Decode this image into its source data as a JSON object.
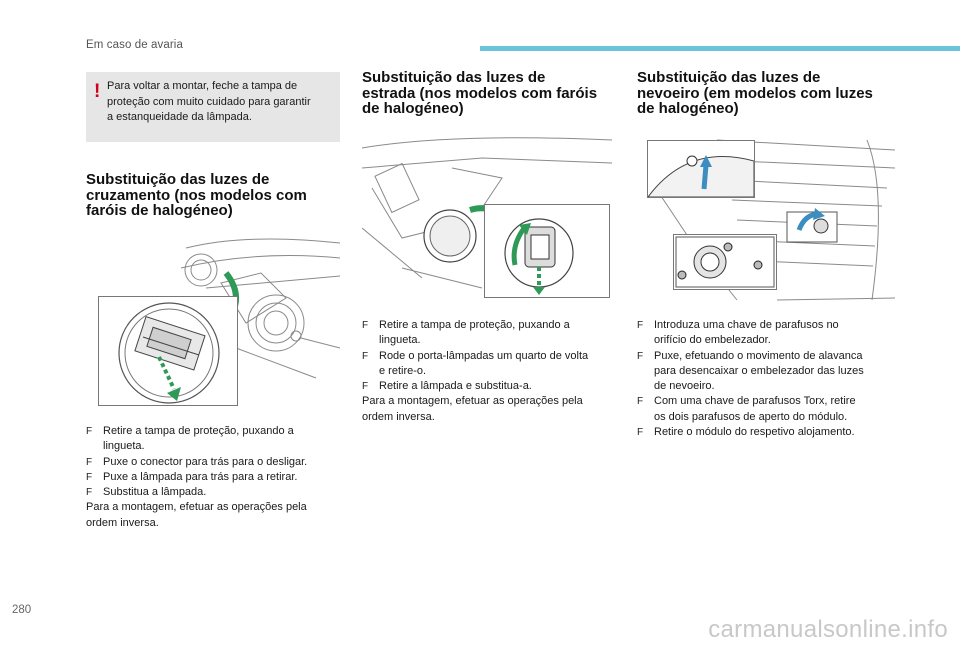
{
  "header": {
    "section": "Em caso de avaria"
  },
  "warning": {
    "lines": [
      "Para voltar a montar, feche a tampa de",
      "proteção com muito cuidado para garantir",
      "a estanqueidade da lâmpada."
    ]
  },
  "col1": {
    "title": [
      "Substituição das luzes de",
      "cruzamento (nos modelos com",
      "faróis de halogéneo)"
    ],
    "steps": [
      [
        "Retire a tampa de proteção, puxando a",
        "lingueta."
      ],
      [
        "Puxe o conector para trás para o desligar."
      ],
      [
        "Puxe a lâmpada para trás para a retirar."
      ],
      [
        "Substitua a lâmpada."
      ]
    ],
    "note": [
      "Para a montagem, efetuar as operações pela",
      "ordem inversa."
    ]
  },
  "col2": {
    "title": [
      "Substituição das luzes de",
      "estrada (nos modelos com faróis",
      "de halogéneo)"
    ],
    "steps": [
      [
        "Retire a tampa de proteção, puxando a",
        "lingueta."
      ],
      [
        "Rode o porta-lâmpadas um quarto de volta",
        "e retire-o."
      ],
      [
        "Retire a lâmpada e substitua-a."
      ]
    ],
    "note": [
      "Para a montagem, efetuar as operações pela",
      "ordem inversa."
    ]
  },
  "col3": {
    "title": [
      "Substituição das luzes de",
      "nevoeiro (em modelos com luzes",
      "de halogéneo)"
    ],
    "steps": [
      [
        "Introduza uma chave de parafusos no",
        "orifício do embelezador."
      ],
      [
        "Puxe, efetuando o movimento de alavanca",
        "para desencaixar o embelezador das luzes",
        "de nevoeiro."
      ],
      [
        "Com uma chave de parafusos Torx, retire",
        "os dois parafusos de aperto do módulo."
      ],
      [
        "Retire o módulo do respetivo alojamento."
      ]
    ]
  },
  "bullet_glyph": "F",
  "page_number": "280",
  "watermark": "carmanualsonline.info",
  "colors": {
    "accent_bar": "#6cc4dc",
    "arrow_green": "#2f9a57",
    "arrow_blue": "#3c8ec0",
    "warn_red": "#d0021b",
    "warn_bg": "#e6e6e6"
  }
}
